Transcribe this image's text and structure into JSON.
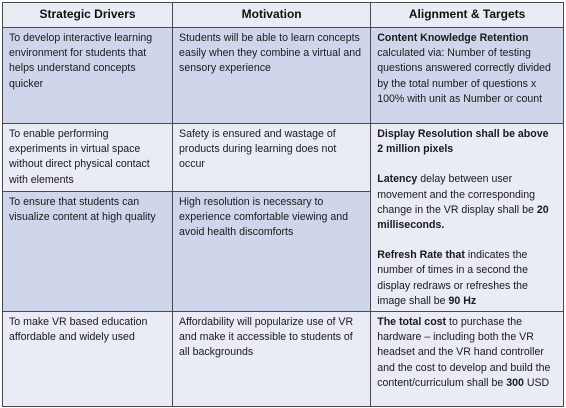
{
  "headers": [
    "Strategic Drivers",
    "Motivation",
    "Alignment & Targets"
  ],
  "rows": [
    {
      "driver": "To develop interactive learning environment for students that helps understand concepts quicker",
      "motivation": "Students will be able to learn concepts easily when they combine a virtual and sensory experience"
    },
    {
      "driver": "To enable performing experiments in virtual space without direct physical contact with elements",
      "motivation": "Safety is ensured and wastage of products during learning does not occur"
    },
    {
      "driver": "To ensure that students can visualize content at high quality",
      "motivation": "High resolution is necessary to experience comfortable viewing and avoid health discomforts"
    },
    {
      "driver": "To make VR based education affordable and widely used",
      "motivation": "Affordability will popularize use of VR and make it accessible to students of all backgrounds"
    }
  ],
  "targets": {
    "knowledge": {
      "term": "Content Knowledge Retention",
      "text": "calculated via: Number of testing questions answered correctly divided by the total number of questions x 100% with unit as Number or count"
    },
    "display": {
      "term": "Display Resolution shall be above 2 million pixels"
    },
    "latency": {
      "term": "Latency",
      "text": "delay between user movement and the corresponding change in the VR display shall be",
      "value": "20 milliseconds."
    },
    "refresh": {
      "term": "Refresh Rate that",
      "text": "indicates the number of times in a second the display redraws or refreshes the image shall be",
      "value": "90 Hz"
    },
    "cost": {
      "term": "The total cost",
      "text": "to purchase the hardware – including both the VR headset and the VR hand controller and the cost to develop and build the content/curriculum shall be",
      "value": "300",
      "unit": "USD"
    }
  },
  "colors": {
    "header_bg": "#e9ebf5",
    "shade_dark": "#cfd5ea",
    "shade_light": "#e9ebf5",
    "border": "#4a4a4a"
  }
}
